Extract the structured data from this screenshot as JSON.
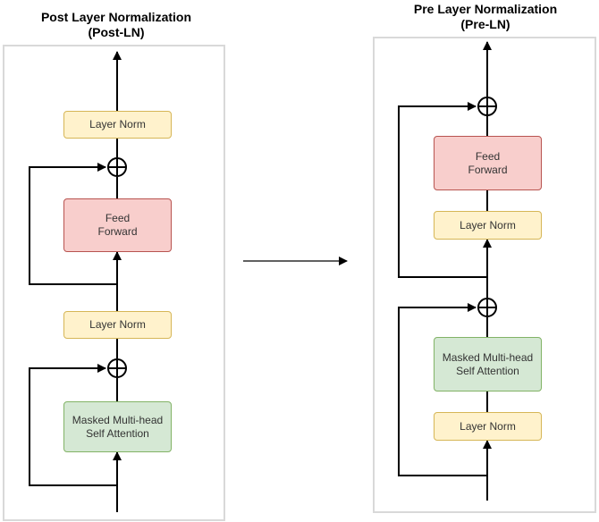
{
  "left": {
    "title_line1": "Post Layer Normalization",
    "title_line2": "(Post-LN)",
    "layer_norm_top": "Layer Norm",
    "feed_forward": "Feed\nForward",
    "layer_norm_mid": "Layer Norm",
    "attention": "Masked Multi-head\nSelf Attention"
  },
  "right": {
    "title_line1": "Pre Layer Normalization",
    "title_line2": "(Pre-LN)",
    "feed_forward": "Feed\nForward",
    "layer_norm_mid": "Layer Norm",
    "attention": "Masked Multi-head\nSelf Attention",
    "layer_norm_bottom": "Layer Norm"
  },
  "colors": {
    "layer_norm_fill": "#fff2cc",
    "layer_norm_stroke": "#d6b656",
    "feed_forward_fill": "#f8cecc",
    "feed_forward_stroke": "#b85450",
    "attention_fill": "#d5e8d4",
    "attention_stroke": "#82b366",
    "panel_border": "#d9d9d9",
    "line": "#000000"
  }
}
